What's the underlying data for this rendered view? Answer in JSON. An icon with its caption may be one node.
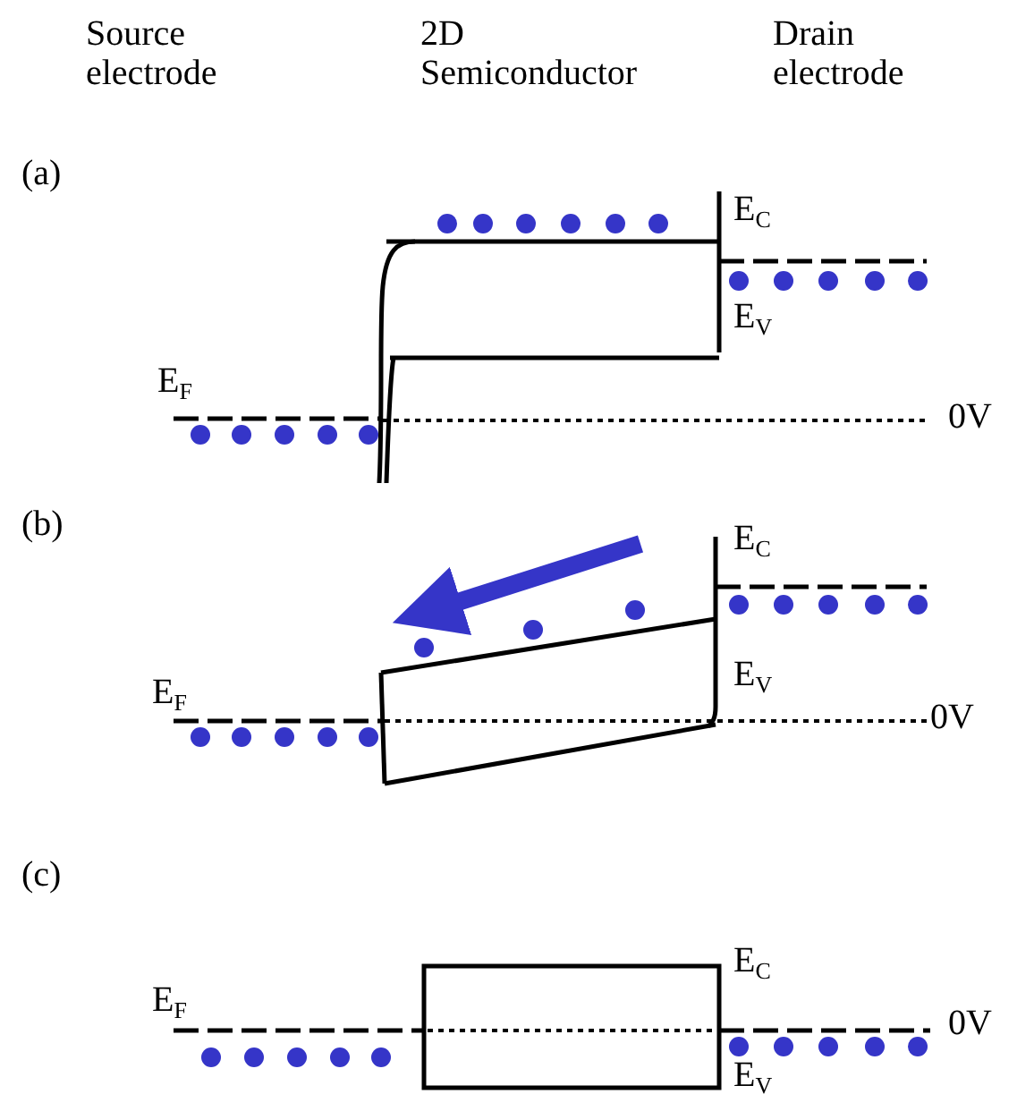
{
  "diagram": {
    "labels": [
      "Source electrode",
      "2D Semiconductor",
      "Drain electrode",
      "(a)",
      "E$_{C}$",
      "E$_{V}$",
      "E$_{F}$",
      "0V",
      "(b)",
      "E$_{C}$",
      "E$_{V}$",
      "E$_{F}$",
      "0V",
      "(c)",
      "E$_{C}$",
      "E$_{F}$",
      "0V",
      "E$_{V}$"
    ]
  }
}
